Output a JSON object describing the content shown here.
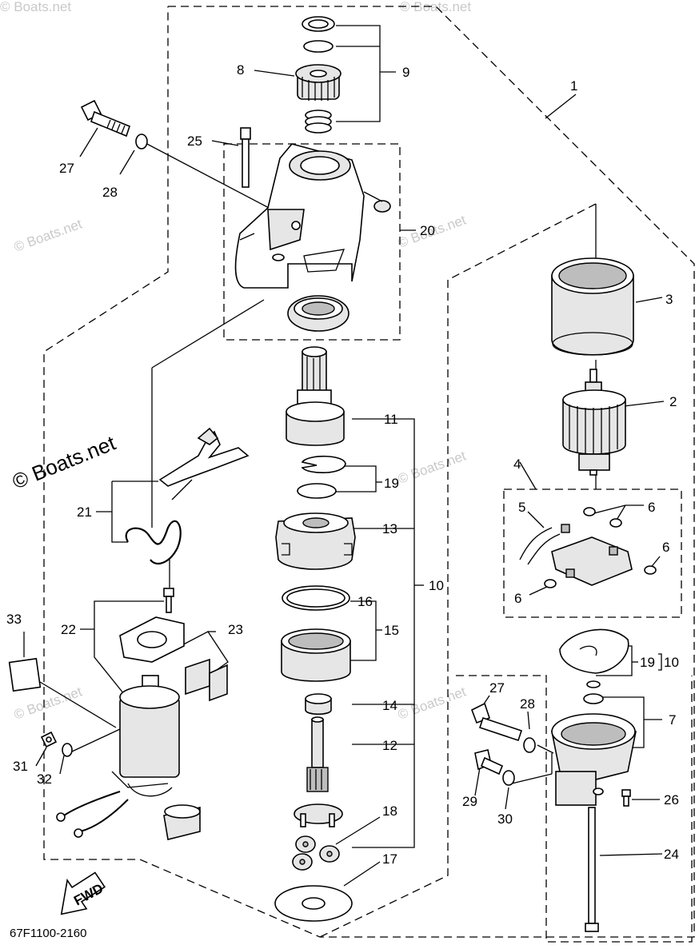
{
  "diagram": {
    "part_code": "67F1100-2160",
    "watermark_main": "© Boats.net",
    "watermark_faint": "© Boats.net",
    "fwd_label": "FWD",
    "callouts": {
      "c1": "1",
      "c2": "2",
      "c3": "3",
      "c4": "4",
      "c5": "5",
      "c6a": "6",
      "c6b": "6",
      "c6c": "6",
      "c7": "7",
      "c8": "8",
      "c9": "9",
      "c10": "10",
      "c10b": "10",
      "c11": "11",
      "c12": "12",
      "c13": "13",
      "c14": "14",
      "c15": "15",
      "c16": "16",
      "c17": "17",
      "c18": "18",
      "c19": "19",
      "c19b": "19",
      "c20": "20",
      "c21": "21",
      "c22": "22",
      "c23": "23",
      "c24": "24",
      "c25": "25",
      "c26": "26",
      "c27a": "27",
      "c27b": "27",
      "c28a": "28",
      "c28b": "28",
      "c29": "29",
      "c30": "30",
      "c31": "31",
      "c32": "32",
      "c33": "33"
    }
  }
}
